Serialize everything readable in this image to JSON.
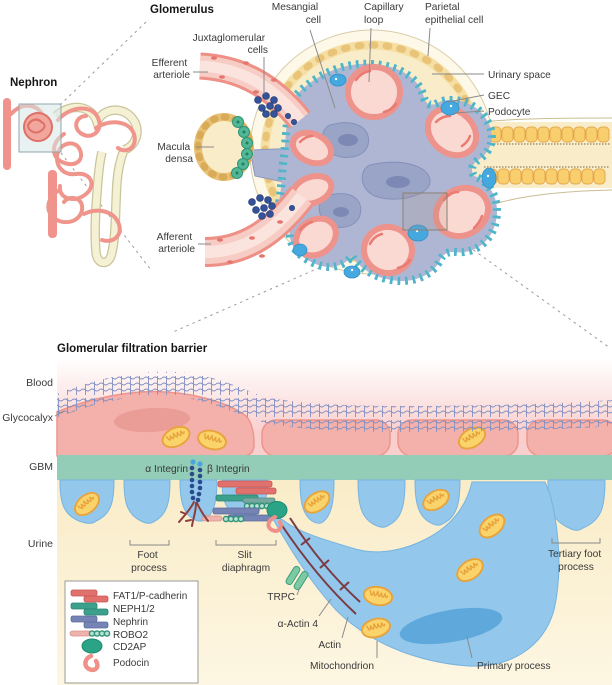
{
  "nephron": {
    "title": "Nephron"
  },
  "glomerulus": {
    "title": "Glomerulus",
    "labels": {
      "juxtaglomerular_1": "Juxtaglomerular",
      "juxtaglomerular_2": "cells",
      "efferent_1": "Efferent",
      "efferent_2": "arteriole",
      "macula_1": "Macula",
      "macula_2": "densa",
      "afferent_1": "Afferent",
      "afferent_2": "arteriole",
      "mesangial_1": "Mesangial",
      "mesangial_2": "cell",
      "capillary_1": "Capillary",
      "capillary_2": "loop",
      "parietal_1": "Parietal",
      "parietal_2": "epithelial cell",
      "urinary_space": "Urinary space",
      "gec": "GEC",
      "podocyte": "Podocyte"
    }
  },
  "barrier": {
    "title": "Glomerular filtration barrier",
    "zones": {
      "blood": "Blood",
      "glycocalyx": "Glycocalyx",
      "gbm": "GBM",
      "urine": "Urine"
    },
    "labels": {
      "alpha_integrin": "α Integrin",
      "beta_integrin": "β Integrin",
      "foot_1": "Foot",
      "foot_2": "process",
      "slit_1": "Slit",
      "slit_2": "diaphragm",
      "tertiary_1": "Tertiary foot",
      "tertiary_2": "process",
      "trpc": "TRPC",
      "alpha_actin": "α-Actin 4",
      "actin": "Actin",
      "mitochondrion": "Mitochondrion",
      "primary_process": "Primary process"
    }
  },
  "legend": {
    "items": [
      {
        "name": "fat1-p-cadherin",
        "label": "FAT1/P-cadherin",
        "color": "#e0716d"
      },
      {
        "name": "neph1-2",
        "label": "NEPH1/2",
        "color": "#3ba18c"
      },
      {
        "name": "nephrin",
        "label": "Nephrin",
        "color": "#7583b5"
      },
      {
        "name": "robo2",
        "label": "ROBO2",
        "color": "#efb3ad"
      },
      {
        "name": "cd2ap",
        "label": "CD2AP",
        "color": "#2ba386"
      },
      {
        "name": "podocin",
        "label": "Podocin",
        "color": "#ef9189"
      }
    ]
  },
  "palette": {
    "capillary_salmon": "#ee938b",
    "capillary_fill": "#fbd9d3",
    "mesangium_blue": "#aeb6d3",
    "podocyte_teal": "#1e8fa6",
    "podocyte_cell_blue": "#45a9df",
    "parietal_yellow": "#e9c377",
    "urinary_cream": "#f9ecc8",
    "gbm_green": "#93ccb7",
    "foot_process_blue": "#93c8ec",
    "blood_pink": "#f9cfce",
    "glycocalyx_blue": "#8290c2",
    "mitochondrion_yellow": "#fad36b",
    "juxtaglomerular_navy": "#35539a",
    "macula_densa_green": "#52b795",
    "actin_maroon": "#7b3b44"
  }
}
